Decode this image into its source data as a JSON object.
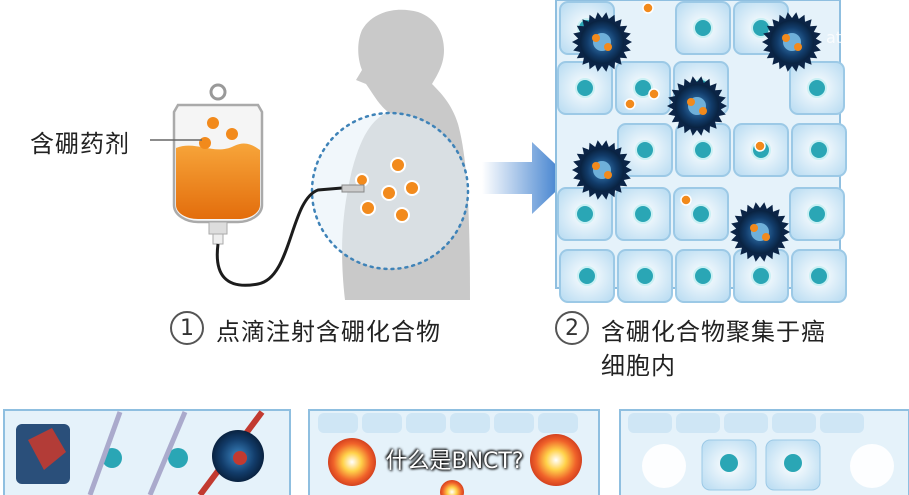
{
  "labels": {
    "boron_drug": "含硼药剂",
    "step1_number": "1",
    "step1_text": "点滴注射含硼化合物",
    "step2_number": "2",
    "step2_text_line1": "含硼化合物聚集于癌",
    "step2_text_line2": "细胞内"
  },
  "subtitle": "什么是BNCT?",
  "watermark": "ati",
  "colors": {
    "drug_orange": "#f28a1c",
    "cell_blue": "#d6ecf8",
    "cell_border": "#9cc9e6",
    "nucleus": "#2aa6b5",
    "cancer_dark": "#0d2f55",
    "arrow_blue": "#2a72c9",
    "silhouette": "#c8c8c8"
  }
}
